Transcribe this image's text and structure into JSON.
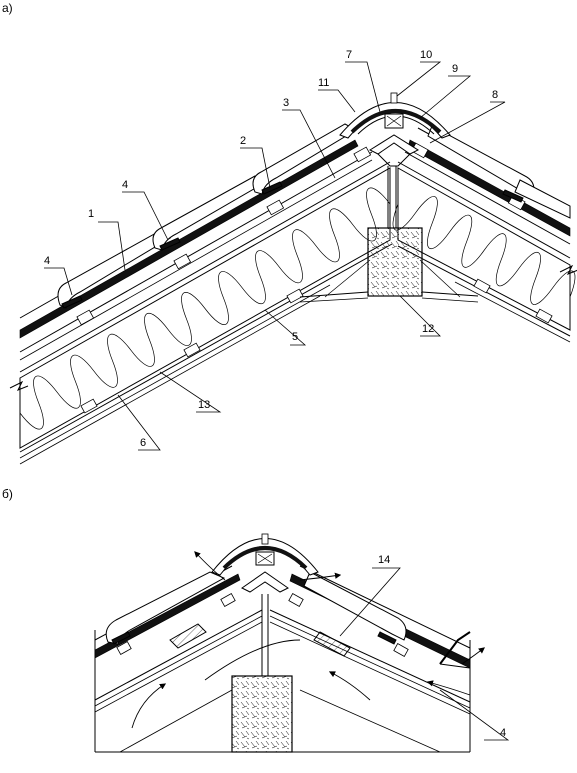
{
  "panels": [
    {
      "id": "a",
      "label": "а)"
    },
    {
      "id": "b",
      "label": "б)"
    }
  ],
  "callouts_a": [
    "1",
    "2",
    "3",
    "4",
    "5",
    "6",
    "7",
    "8",
    "9",
    "10",
    "11",
    "12",
    "13"
  ],
  "callouts_b": [
    "14",
    "4"
  ],
  "colors": {
    "ink": "#000000",
    "paper": "#ffffff",
    "roof_membrane": "#111111"
  }
}
